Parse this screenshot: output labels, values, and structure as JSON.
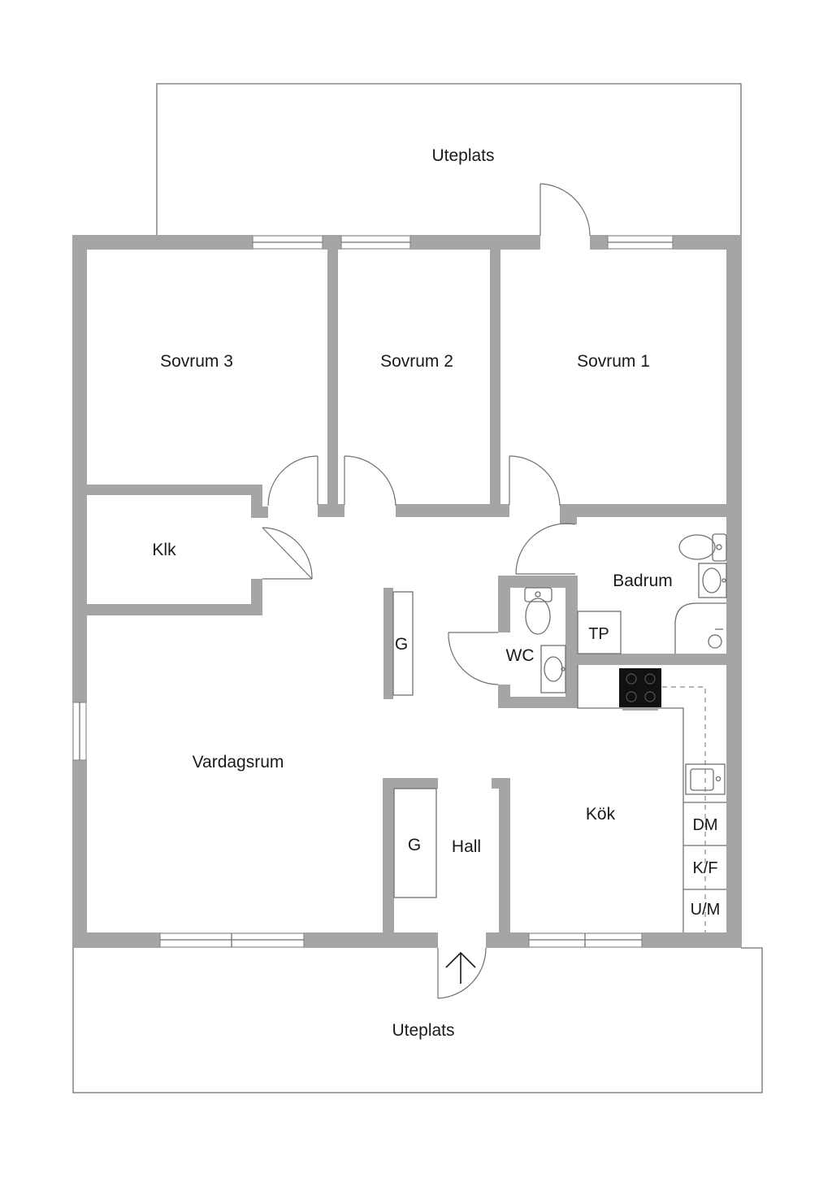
{
  "labels": {
    "uteplats_top": "Uteplats",
    "sovrum_3": "Sovrum 3",
    "sovrum_2": "Sovrum 2",
    "sovrum_1": "Sovrum 1",
    "klk": "Klk",
    "badrum": "Badrum",
    "tp": "TP",
    "wc": "WC",
    "g_wardrobe_center": "G",
    "g_wardrobe_hall": "G",
    "hall": "Hall",
    "vardagsrum": "Vardagsrum",
    "kok": "Kök",
    "dm": "DM",
    "kf": "K/F",
    "um": "U/M",
    "uteplats_bottom": "Uteplats"
  },
  "colors": {
    "wall": "#a5a5a5",
    "line": "#6f6f6f",
    "stove": "#111111"
  },
  "icons": {
    "stove": "stove-icon",
    "sink": "sink-icon",
    "toilet": "toilet-icon",
    "entrance": "entrance-arrow-icon"
  }
}
